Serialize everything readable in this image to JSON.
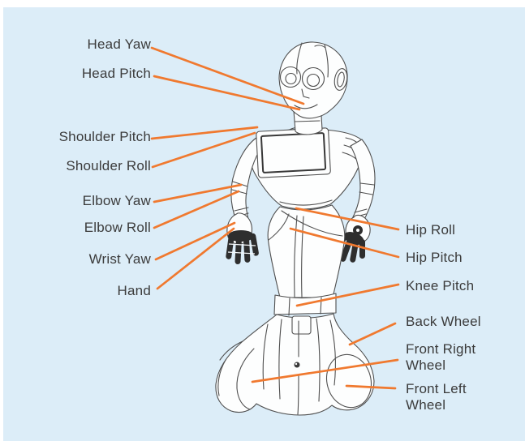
{
  "figure": {
    "subject": "Humanoid robot joint and wheel diagram"
  },
  "labels": {
    "left": [
      {
        "text": "Head Yaw"
      },
      {
        "text": "Head Pitch"
      },
      {
        "text": "Shoulder Pitch"
      },
      {
        "text": "Shoulder Roll"
      },
      {
        "text": "Elbow Yaw"
      },
      {
        "text": "Elbow Roll"
      },
      {
        "text": "Wrist Yaw"
      },
      {
        "text": "Hand"
      }
    ],
    "right": [
      {
        "text": "Hip Roll"
      },
      {
        "text": "Hip Pitch"
      },
      {
        "text": "Knee Pitch"
      },
      {
        "text": "Back Wheel"
      },
      {
        "text": "Front Right Wheel"
      },
      {
        "text": "Front Left Wheel"
      }
    ]
  },
  "colors": {
    "background": "#dcedf8",
    "leader_line": "#f0792f",
    "label_text": "#3b3b3b",
    "sketch_stroke": "#4f4f4f"
  }
}
